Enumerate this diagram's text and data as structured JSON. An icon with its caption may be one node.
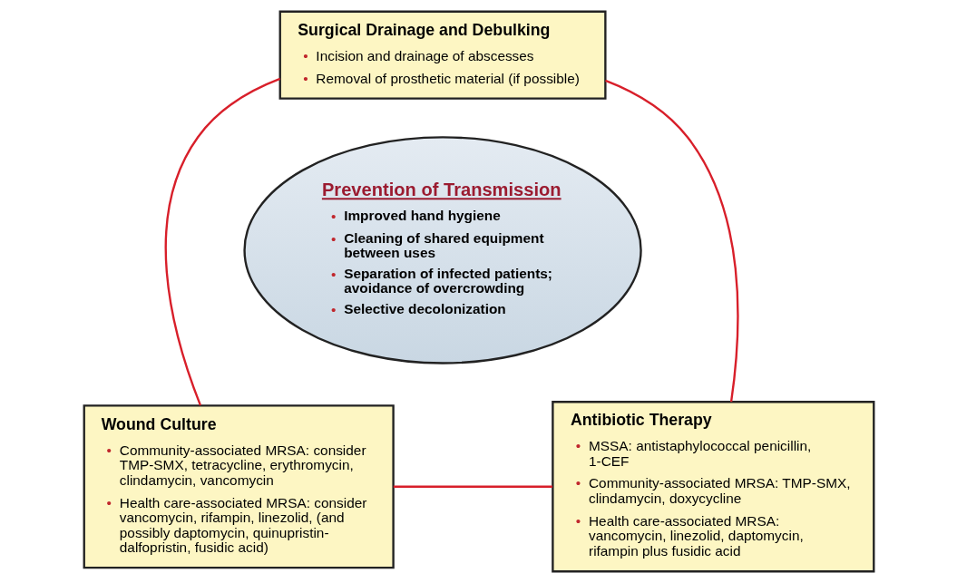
{
  "diagram": {
    "nodes": [
      {
        "text": [
          "Surgical Drainage and Debulking",
          "• Incision and drainage of abscesses",
          "• Removal of prosthetic material (if possible)"
        ]
      },
      {
        "text": [
          "Prevention of Transmission",
          "• Improved hand hygiene",
          "• Cleaning of shared equipment between uses",
          "• Separation of infected patients; avoidance of overcrowding",
          "• Selective decolonization"
        ]
      },
      {
        "text": [
          "Wound Culture",
          "• Community-associated MRSA: consider TMP-SMX, tetracycline, erythromycin, clindamycin, vancomycin",
          "• Health care-associated MRSA: consider vancomycin, rifampin, linezolid, (and possibly daptomycin, quinupristin-dalfopristin, fusidic acid)"
        ]
      },
      {
        "text": [
          "Antibiotic Therapy",
          "• MSSA: antistaphylococcal penicillin, 1-CEF",
          "• Community-associated MRSA: TMP-SMX, clindamycin, doxycycline",
          "• Health care-associated MRSA: vancomycin, linezolid, daptomycin, rifampin plus fusidic acid"
        ]
      }
    ],
    "edges": [
      {
        "from": 0,
        "to": 2,
        "arrow": "none",
        "color": "#d81f2a"
      },
      {
        "from": 0,
        "to": 3,
        "arrow": "none",
        "color": "#d81f2a"
      },
      {
        "from": 2,
        "to": 3,
        "arrow": "none",
        "color": "#d81f2a"
      }
    ]
  }
}
